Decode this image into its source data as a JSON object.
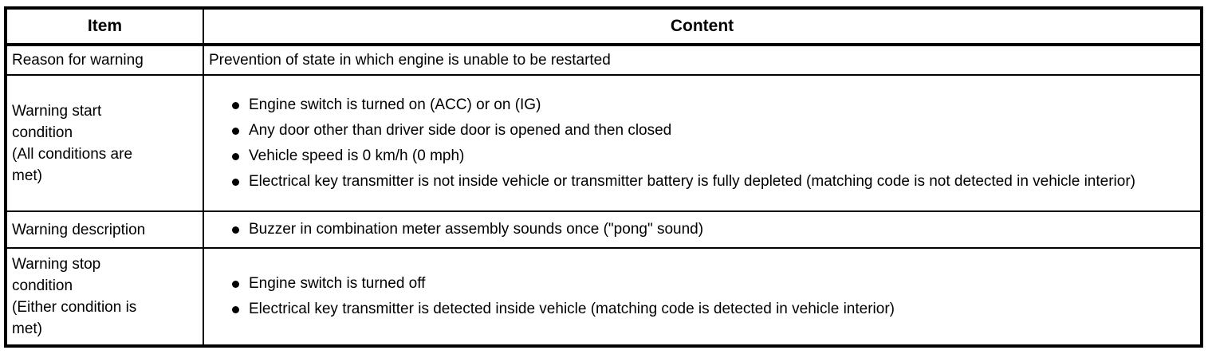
{
  "table": {
    "header": {
      "item": "Item",
      "content": "Content"
    },
    "rows": [
      {
        "item": "Reason for warning",
        "text": "Prevention of state in which engine is unable to be restarted"
      },
      {
        "item": "Warning start\ncondition\n(All conditions are\nmet)",
        "bullets": [
          "Engine switch is turned on (ACC) or on (IG)",
          "Any door other than driver side door is opened and then closed",
          "Vehicle speed is 0 km/h (0 mph)",
          "Electrical key transmitter is not inside vehicle or transmitter battery is fully depleted (matching code is not detected in vehicle interior)"
        ]
      },
      {
        "item": "Warning description",
        "bullets": [
          "Buzzer in combination meter assembly sounds once (\"pong\" sound)"
        ]
      },
      {
        "item": "Warning stop\ncondition\n(Either condition is\nmet)",
        "bullets": [
          "Engine switch is turned off",
          "Electrical key transmitter is detected inside vehicle (matching code is detected in vehicle interior)"
        ]
      }
    ],
    "colors": {
      "border": "#000000",
      "text": "#000000",
      "background": "#ffffff"
    }
  }
}
